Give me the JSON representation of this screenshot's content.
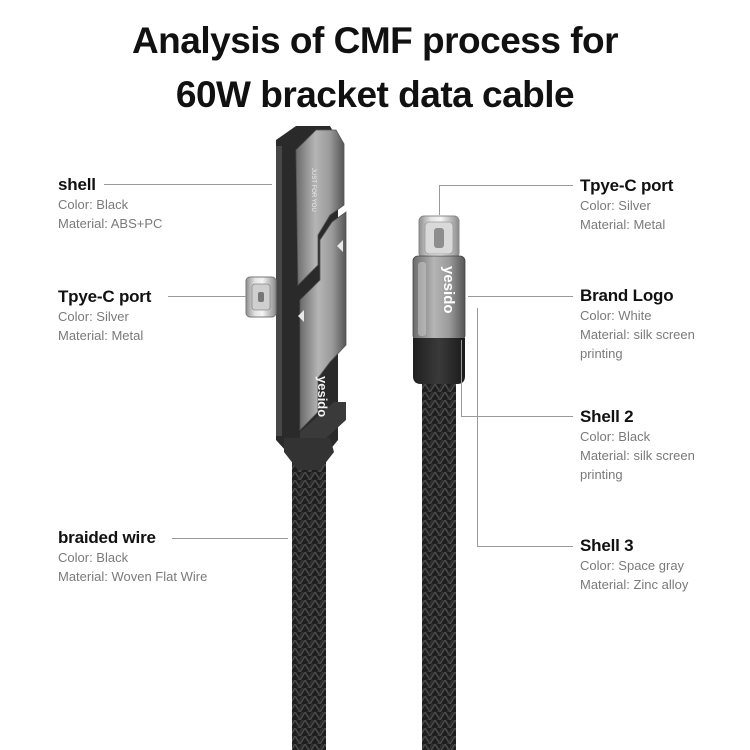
{
  "title": {
    "line1": "Analysis of CMF process for",
    "line2": "60W bracket data cable"
  },
  "brand_logo_text": "yesido",
  "bracket_print": "JUST FOR YOU",
  "callouts": {
    "left_shell": {
      "name": "shell",
      "color_label": "Color: Black",
      "material_label": "Material: ABS+PC"
    },
    "left_port": {
      "name": "Tpye-C port",
      "color_label": "Color: Silver",
      "material_label": "Material: Metal"
    },
    "left_wire": {
      "name": "braided wire",
      "color_label": "Color: Black",
      "material_label": "Material: Woven Flat Wire"
    },
    "right_port": {
      "name": "Tpye-C port",
      "color_label": "Color: Silver",
      "material_label": "Material: Metal"
    },
    "right_logo": {
      "name": "Brand Logo",
      "color_label": "Color: White",
      "material_label": "Material: silk screen",
      "material_label_2": "printing"
    },
    "right_shell2": {
      "name": "Shell 2",
      "color_label": "Color: Black",
      "material_label": "Material: silk screen",
      "material_label_2": "printing"
    },
    "right_shell3": {
      "name": "Shell 3",
      "color_label": "Color: Space gray",
      "material_label": "Material: Zinc alloy"
    }
  },
  "colors": {
    "text_dark": "#111111",
    "text_gray": "#7a7a7a",
    "leader_line": "#9a9a9a",
    "braid": "#2a2a2a",
    "metal": "#a9a9a9",
    "shell_black": "#2b2b2b"
  }
}
